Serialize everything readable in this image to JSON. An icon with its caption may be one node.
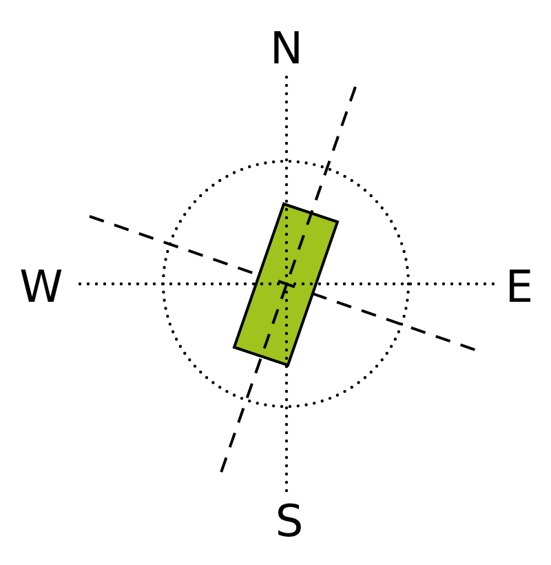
{
  "diagram": {
    "labels": [
      "N",
      "W",
      "E",
      "S"
    ]
  }
}
